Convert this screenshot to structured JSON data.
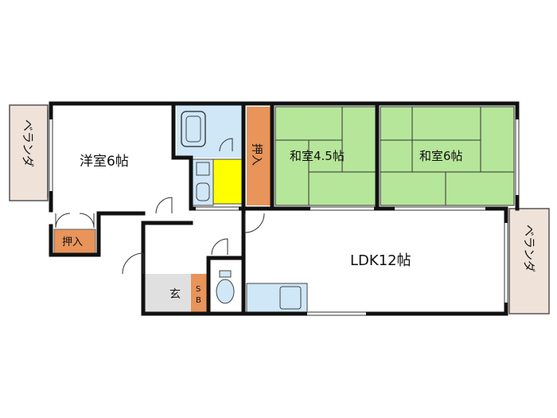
{
  "rooms": {
    "western": "洋室6帖",
    "japanese_a": "和室4.5帖",
    "japanese_b": "和室6帖",
    "ldk": "LDK12帖",
    "entrance": "玄",
    "shoe_box": "S\nB"
  },
  "storage": {
    "oshiire_top": "押入",
    "oshiire_bottom": "押入"
  },
  "veranda": {
    "left": "ベランダ",
    "right": "ベランダ"
  },
  "colors": {
    "tatami": "#b6e69a",
    "oshiire": "#e8945a",
    "wet_area": "#cfe7f7",
    "toilet_room": "#ffff00",
    "veranda": "#efe2d9",
    "entrance": "#e0e0e0",
    "wall": "#111111"
  }
}
